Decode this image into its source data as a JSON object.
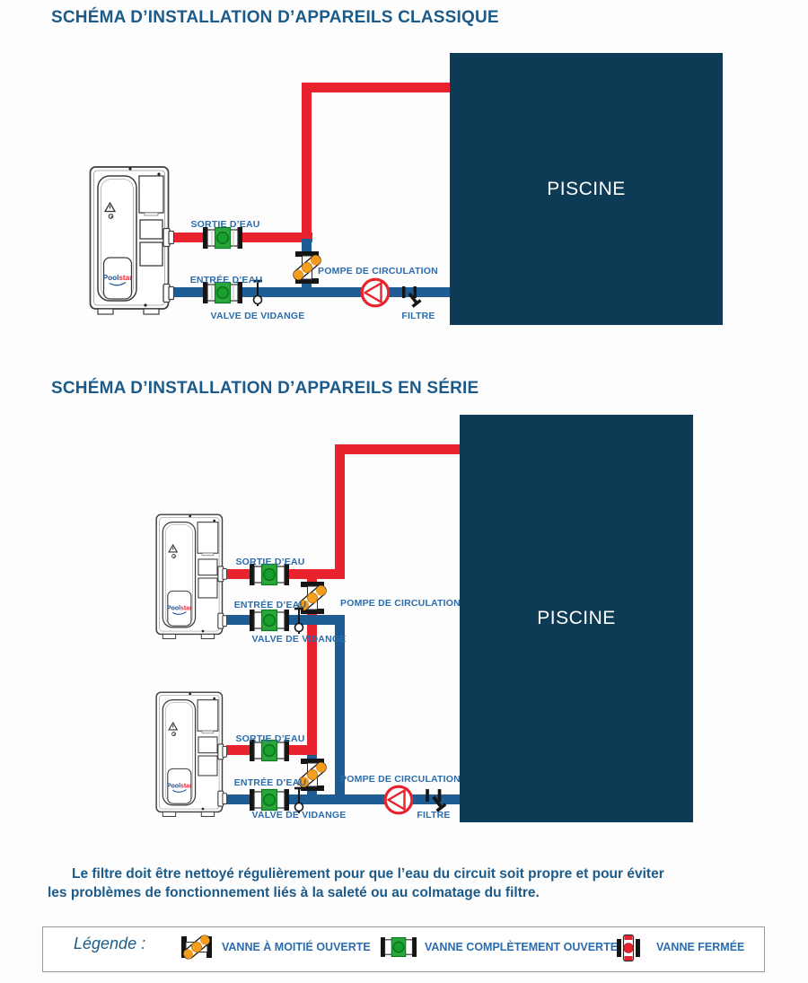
{
  "colors": {
    "pipe_hot": "#e8232d",
    "pipe_cold": "#1d5d94",
    "pool": "#0d3a54",
    "heading_text": "#1c5b89",
    "label_text": "#2a6cae",
    "valve_half_open": "#f39b1d",
    "valve_open": "#2aa63c",
    "valve_closed": "#e8232d"
  },
  "diagram_classique": {
    "title": "SCHÉMA D’INSTALLATION D’APPAREILS CLASSIQUE",
    "pool_label": "PISCINE"
  },
  "diagram_serie": {
    "title": "SCHÉMA D’INSTALLATION D’APPAREILS EN SÉRIE",
    "pool_label": "PISCINE"
  },
  "pipe_labels": {
    "sortie_eau": "SORTIE D’EAU",
    "entree_eau": "ENTRÉE D’EAU",
    "valve_vidange": "VALVE DE VIDANGE",
    "pompe_circulation": "POMPE DE CIRCULATION",
    "filtre": "FILTRE"
  },
  "brand": {
    "part1": "Pool",
    "part2": "star"
  },
  "note": {
    "line1": "Le filtre doit être nettoyé régulièrement pour que l’eau du circuit soit propre et pour éviter",
    "line2": "les problèmes de fonctionnement liés à la saleté ou au colmatage du filtre."
  },
  "legend": {
    "title": "Légende :",
    "items": [
      {
        "label": "VANNE À MOITIÉ OUVERTE"
      },
      {
        "label": "VANNE COMPLÈTEMENT OUVERTE"
      },
      {
        "label": "VANNE FERMÉE"
      }
    ]
  }
}
